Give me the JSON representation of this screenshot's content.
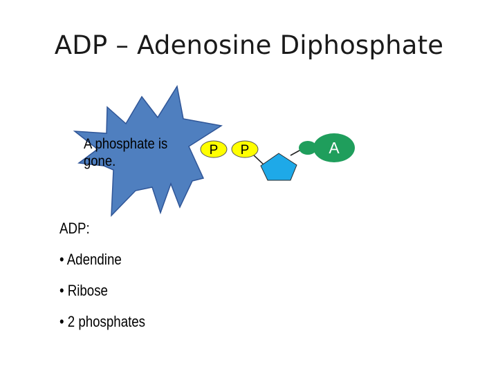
{
  "title": "ADP – Adenosine Diphosphate",
  "callout": {
    "text_line1": "A phosphate is",
    "text_line2": "gone."
  },
  "molecule": {
    "phosphate_1": "P",
    "phosphate_2": "P",
    "adenine": "A",
    "colors": {
      "phosphate": "#ffff00",
      "ribose": "#1ea9e8",
      "adenine": "#1f9e5c",
      "star": "#4f7fbf"
    }
  },
  "list": {
    "heading": "ADP:",
    "items": [
      "• Adendine",
      "• Ribose",
      "• 2 phosphates"
    ]
  }
}
